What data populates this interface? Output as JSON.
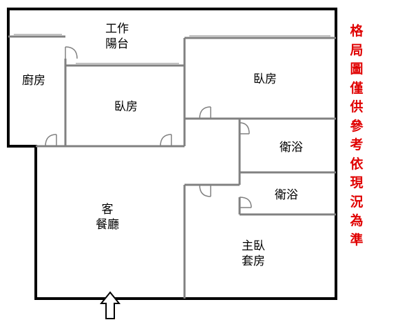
{
  "rooms": {
    "balcony": [
      "工作",
      "陽台"
    ],
    "kitchen": "廚房",
    "bedroom_center": "臥房",
    "bedroom_right": "臥房",
    "bath_upper": "衛浴",
    "bath_lower": "衛浴",
    "living": [
      "客",
      "餐廳"
    ],
    "master": [
      "主臥",
      "套房"
    ]
  },
  "note": [
    "格",
    "局",
    "圖",
    "僅",
    "供",
    "參",
    "考",
    "依",
    "現",
    "況",
    "為",
    "準"
  ],
  "colors": {
    "wall": "#000000",
    "partition": "#808080",
    "note": "#e00000"
  }
}
